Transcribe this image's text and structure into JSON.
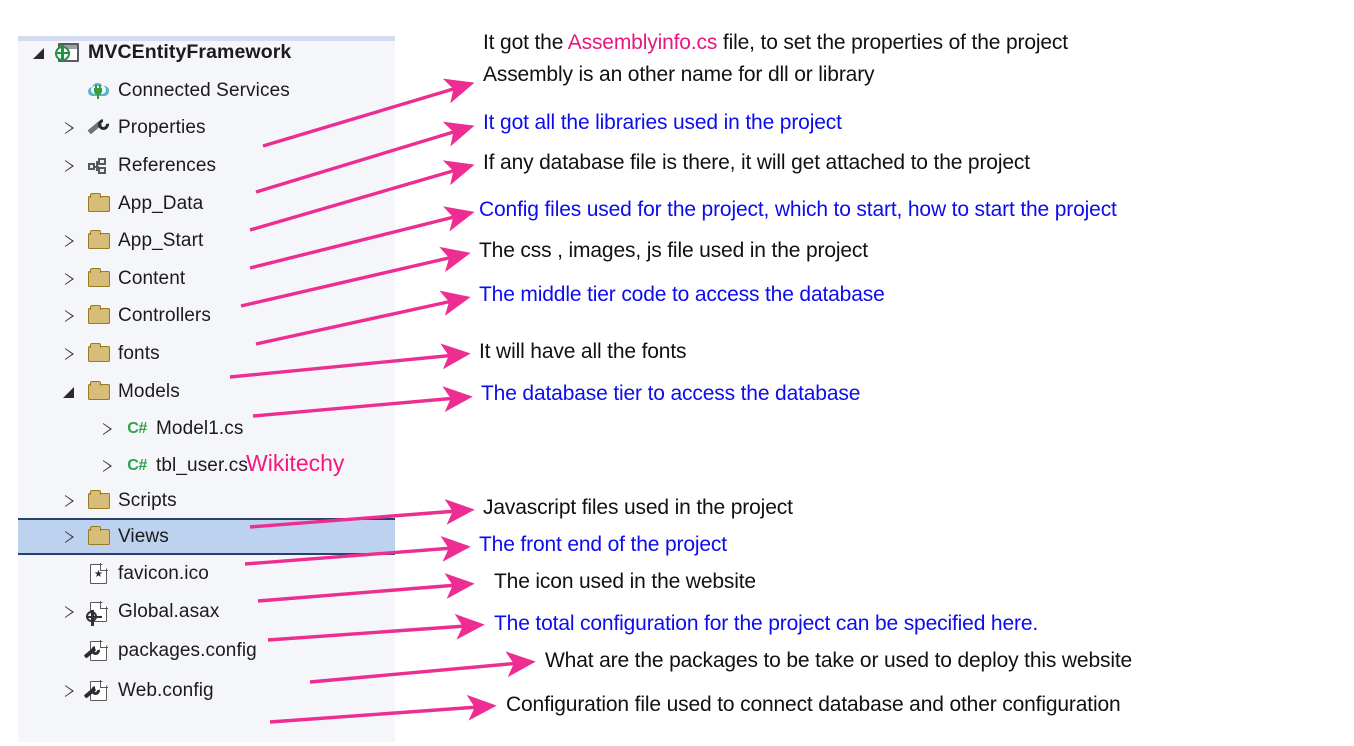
{
  "panel": {
    "name": "solution-explorer-tree",
    "background": "#F5F6FA",
    "selection_color": "#BCD2EE",
    "folder_color": "#D6BE7A"
  },
  "tree": {
    "items": [
      {
        "label": "MVCEntityFramework",
        "icon": "web-project-icon",
        "indent": 0,
        "expander": "open",
        "kind": "root",
        "selected": false
      },
      {
        "label": "Connected Services",
        "icon": "cloud-plug-icon",
        "indent": 1,
        "expander": "none",
        "kind": "node",
        "selected": false
      },
      {
        "label": "Properties",
        "icon": "wrench-icon",
        "indent": 1,
        "expander": "closed",
        "kind": "node",
        "selected": false
      },
      {
        "label": "References",
        "icon": "references-icon",
        "indent": 1,
        "expander": "closed",
        "kind": "node",
        "selected": false
      },
      {
        "label": "App_Data",
        "icon": "folder-icon",
        "indent": 1,
        "expander": "none",
        "kind": "folder",
        "selected": false
      },
      {
        "label": "App_Start",
        "icon": "folder-icon",
        "indent": 1,
        "expander": "closed",
        "kind": "folder",
        "selected": false
      },
      {
        "label": "Content",
        "icon": "folder-icon",
        "indent": 1,
        "expander": "closed",
        "kind": "folder",
        "selected": false
      },
      {
        "label": "Controllers",
        "icon": "folder-icon",
        "indent": 1,
        "expander": "closed",
        "kind": "folder",
        "selected": false
      },
      {
        "label": "fonts",
        "icon": "folder-icon",
        "indent": 1,
        "expander": "closed",
        "kind": "folder",
        "selected": false
      },
      {
        "label": "Models",
        "icon": "folder-icon",
        "indent": 1,
        "expander": "open",
        "kind": "folder",
        "selected": false
      },
      {
        "label": "Model1.cs",
        "icon": "csharp-icon",
        "indent": 2,
        "expander": "closed",
        "kind": "csfile",
        "selected": false
      },
      {
        "label": "tbl_user.cs",
        "icon": "csharp-icon",
        "indent": 2,
        "expander": "closed",
        "kind": "csfile",
        "selected": false
      },
      {
        "label": "Scripts",
        "icon": "folder-icon",
        "indent": 1,
        "expander": "closed",
        "kind": "folder",
        "selected": false
      },
      {
        "label": "Views",
        "icon": "folder-icon",
        "indent": 1,
        "expander": "closed",
        "kind": "folder",
        "selected": true
      },
      {
        "label": "favicon.ico",
        "icon": "icon-file-icon",
        "indent": 1,
        "expander": "none",
        "kind": "icofile",
        "selected": false
      },
      {
        "label": "Global.asax",
        "icon": "asax-file-icon",
        "indent": 1,
        "expander": "closed",
        "kind": "asaxfile",
        "selected": false
      },
      {
        "label": "packages.config",
        "icon": "config-file-icon",
        "indent": 1,
        "expander": "none",
        "kind": "cfgfile",
        "selected": false
      },
      {
        "label": "Web.config",
        "icon": "config-file-icon",
        "indent": 1,
        "expander": "closed",
        "kind": "cfgfile",
        "selected": false
      }
    ]
  },
  "watermark": {
    "text": "Wikitechy",
    "color": "#F4187F"
  },
  "arrow_color": "#ED2D92",
  "annotations": [
    {
      "name": "annotation-properties-line1",
      "pre": "It got the ",
      "highlight": "Assemblyinfo.cs",
      "post": " file, to set the properties of the project",
      "color": "black"
    },
    {
      "name": "annotation-properties-line2",
      "text": "Assembly is an other name for dll or library",
      "color": "black"
    },
    {
      "name": "annotation-references",
      "text": "It got all the libraries used in the project",
      "color": "blue"
    },
    {
      "name": "annotation-app-data",
      "text": "If any database file is there, it will get attached to the project",
      "color": "black"
    },
    {
      "name": "annotation-app-start",
      "text": "Config files used for the project, which to start, how to start the project",
      "color": "blue"
    },
    {
      "name": "annotation-content",
      "text": "The css , images, js file used in the project",
      "color": "black"
    },
    {
      "name": "annotation-controllers",
      "text": "The middle tier code to access the database",
      "color": "blue"
    },
    {
      "name": "annotation-fonts",
      "text": "It will have all the fonts",
      "color": "black"
    },
    {
      "name": "annotation-models",
      "text": "The database tier to access the database",
      "color": "blue"
    },
    {
      "name": "annotation-scripts",
      "text": "Javascript files used in the project",
      "color": "black"
    },
    {
      "name": "annotation-views",
      "text": "The front end of the project",
      "color": "blue"
    },
    {
      "name": "annotation-favicon",
      "text": "The icon used in the website",
      "color": "black"
    },
    {
      "name": "annotation-global-asax",
      "text": "The total configuration for the project can be specified here.",
      "color": "blue"
    },
    {
      "name": "annotation-packages-config",
      "text": "What are the packages to be take or used to deploy this website",
      "color": "black"
    },
    {
      "name": "annotation-web-config",
      "text": "Configuration file used to connect database and other configuration",
      "color": "black"
    }
  ]
}
